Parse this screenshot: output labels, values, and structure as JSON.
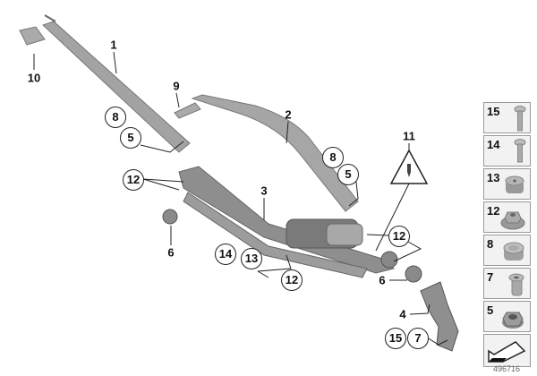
{
  "diagram": {
    "labels": {
      "arm_left": "1",
      "blade_left_cap": "10",
      "cap_right": "9",
      "arm_right": "2",
      "linkage": "3",
      "warning": "11",
      "grommet_left": "6",
      "grommet_right": "6",
      "bracket": "4"
    },
    "callouts": {
      "c8a": "8",
      "c5a": "5",
      "c12a": "12",
      "c8b": "8",
      "c5b": "5",
      "c12b": "12",
      "c14": "14",
      "c13": "13",
      "c12c": "12",
      "c15": "15",
      "c7": "7"
    }
  },
  "side_panel": {
    "items": [
      {
        "num": "15",
        "icon": "bolt-icon"
      },
      {
        "num": "14",
        "icon": "bolt-icon"
      },
      {
        "num": "13",
        "icon": "bushing-icon"
      },
      {
        "num": "12",
        "icon": "flange-nut-icon"
      },
      {
        "num": "8",
        "icon": "cap-icon"
      },
      {
        "num": "7",
        "icon": "sleeve-icon"
      },
      {
        "num": "5",
        "icon": "hex-nut-icon"
      }
    ],
    "footer_id": "496716"
  },
  "colors": {
    "part": "#9a9a9a",
    "part_dark": "#6e6e6e",
    "line": "#222222"
  }
}
